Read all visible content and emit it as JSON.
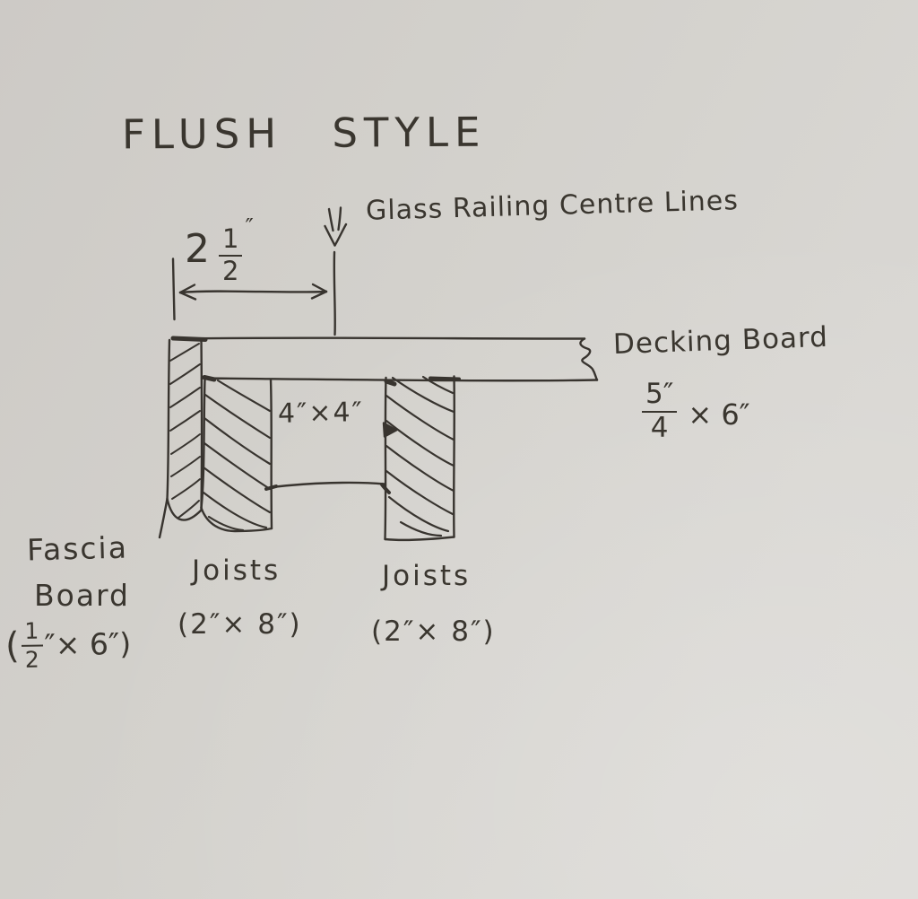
{
  "title": "FLUSH STYLE",
  "dimension_label": {
    "whole": "2",
    "numerator": "1",
    "denominator": "2",
    "unit": "″"
  },
  "glass_railing_label": "Glass Railing Centre Lines",
  "decking": {
    "label": "Decking Board",
    "numerator": "5",
    "numerator_unit": "″",
    "denominator": "4",
    "suffix": "× 6″"
  },
  "post_label": "4″×4″",
  "fascia": {
    "line1": "Fascia",
    "line2": "Board",
    "open_paren": "(",
    "numerator": "1",
    "denominator": "2",
    "suffix": "″× 6″)"
  },
  "joists_left": {
    "label": "Joists",
    "size": "(2″× 8″)"
  },
  "joists_right": {
    "label": "Joists",
    "size": "(2″× 8″)"
  },
  "colors": {
    "paper": "#d3d1cc",
    "ink": "#38342f"
  }
}
